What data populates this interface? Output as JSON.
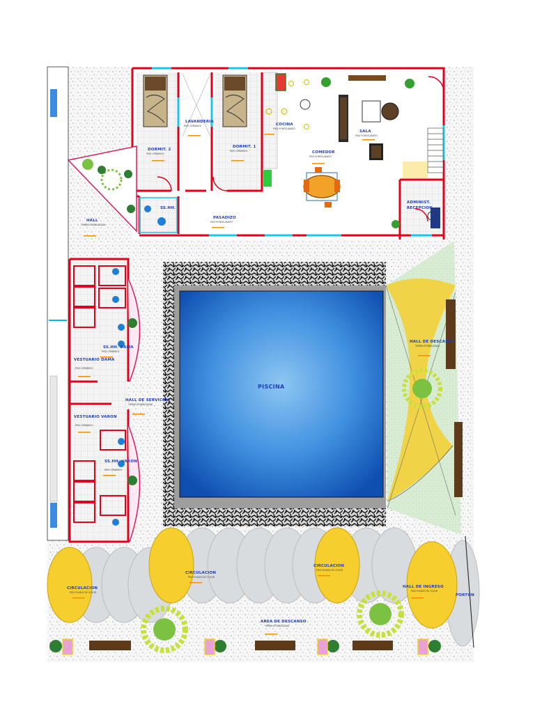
{
  "rooms": {
    "dormitorio_2": {
      "name": "DORMIT. 2",
      "floor": "PISO CERAMICO"
    },
    "lavanderia": {
      "name": "LAVANDERIA",
      "floor": "PISO CERAMICO"
    },
    "dormitorio_1": {
      "name": "DORMIT. 1",
      "floor": "PISO CERAMICO"
    },
    "cocina": {
      "name": "COCINA",
      "floor": "PISO PORCELANATO"
    },
    "sala": {
      "name": "SALA",
      "floor": "PISO PORCELANATO"
    },
    "comedor": {
      "name": "COMEDOR",
      "floor": "PISO PORCELANATO"
    },
    "administracion": {
      "name_line1": "ADMINIST.",
      "name_line2": "RECEPCION"
    },
    "sshh_top": {
      "name": "SS.HH."
    },
    "pasadizo": {
      "name": "PASADIZO",
      "floor": "PISO PORCELANATO"
    },
    "hall": {
      "name": "HALL",
      "floor": "TIERRA ESTABILIZADA"
    },
    "sshh_dama": {
      "name": "SS.HH. DAMA",
      "floor": "PISO CERAMICO"
    },
    "vestuario_dama": {
      "name": "VESTUARIO DAMA",
      "floor": "PISO CERAMICO"
    },
    "hall_servicios": {
      "name": "HALL DE SERVICIOS",
      "floor": "TIERRA ESTABILIZADA"
    },
    "vestuario_varon": {
      "name": "VESTUARIO VARON",
      "floor": "PISO CERAMICO"
    },
    "sshh_varon": {
      "name": "SS.HH. VARON",
      "floor": "PISO CERAMICO"
    },
    "piscina": {
      "name": "PISCINA"
    },
    "hall_descanso": {
      "name": "HALL DE DESCANSO",
      "floor": "TIERRA ESTABILIZADA"
    },
    "circulacion_left": {
      "name": "CIRCULACION",
      "floor": "PISO PULIDO DE COLOR"
    },
    "circulacion_mid": {
      "name": "CIRCULACION",
      "floor": "PISO PULIDO DE COLOR"
    },
    "circulacion_right": {
      "name": "CIRCULACION",
      "floor": "PISO PULIDO DE COLOR"
    },
    "hall_ingreso": {
      "name": "HALL DE INGRESO",
      "floor": "PISO PULIDO DE COLOR"
    },
    "porton": {
      "name": "PORTON"
    },
    "area_descanso": {
      "name": "AREA DE DESCANSO",
      "floor": "TIERRA ESTABILIZADA"
    }
  },
  "colors": {
    "wall": "#e2001a",
    "pool_water": "#2a7fd6",
    "pool_edge": "#3a3a3a",
    "label": "#1f3fb8",
    "yellow_paving": "#f6cf2f",
    "grey_paving": "#d9dcde",
    "green_area": "#d7ecd2",
    "floor_ceramic": "#f2f2f2",
    "arrow": "#f28c00"
  }
}
